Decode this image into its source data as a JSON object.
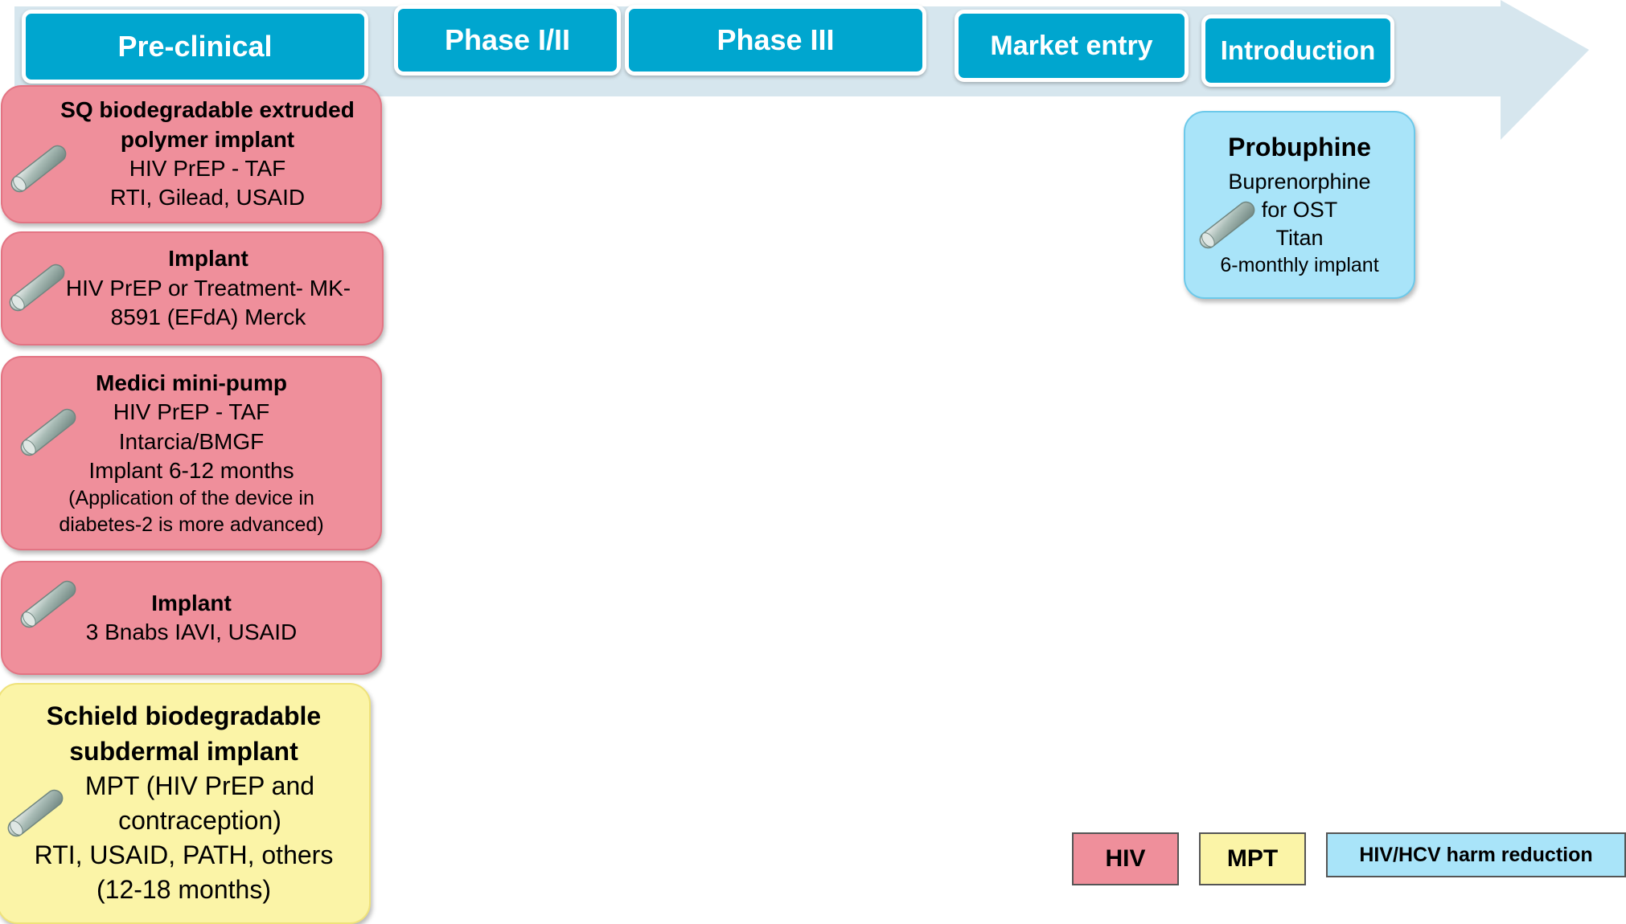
{
  "phases": [
    {
      "label": "Pre-clinical"
    },
    {
      "label": "Phase I/II"
    },
    {
      "label": "Phase III"
    },
    {
      "label": "Market entry"
    },
    {
      "label": "Introduction"
    }
  ],
  "cards": {
    "sq_implant": {
      "title": "SQ biodegradable extruded polymer implant",
      "lines": [
        "HIV PrEP - TAF",
        "RTI, Gilead, USAID"
      ]
    },
    "merck_implant": {
      "title": "Implant",
      "lines": [
        "HIV PrEP or Treatment- MK-8591 (EFdA) Merck"
      ]
    },
    "medici": {
      "title": "Medici mini-pump",
      "lines": [
        "HIV PrEP - TAF",
        "Intarcia/BMGF",
        "Implant 6-12 months",
        "(Application of the device in diabetes-2 is more advanced)"
      ]
    },
    "bnabs_implant": {
      "title": "Implant",
      "lines": [
        "3 Bnabs IAVI, USAID"
      ]
    },
    "schield": {
      "title": "Schield biodegradable subdermal implant",
      "lines": [
        "MPT (HIV PrEP and contraception)",
        "RTI, USAID, PATH, others (12-18 months)"
      ]
    },
    "probuphine": {
      "title": "Probuphine",
      "lines": [
        "Buprenorphine for OST",
        "Titan",
        "6-monthly implant"
      ]
    }
  },
  "legend": [
    {
      "label": "HIV",
      "color": "#ef8f9b"
    },
    {
      "label": "MPT",
      "color": "#fbf4a7"
    },
    {
      "label": "HIV/HCV harm reduction",
      "color": "#a9e4f9"
    }
  ],
  "colors": {
    "phase_fill": "#00a6cf",
    "arrow_fill": "#d6e6ee",
    "hiv": "#ef8f9b",
    "mpt": "#fbf4a7",
    "harm_reduction": "#a9e4f9"
  },
  "icon": "implant-rod-icon"
}
